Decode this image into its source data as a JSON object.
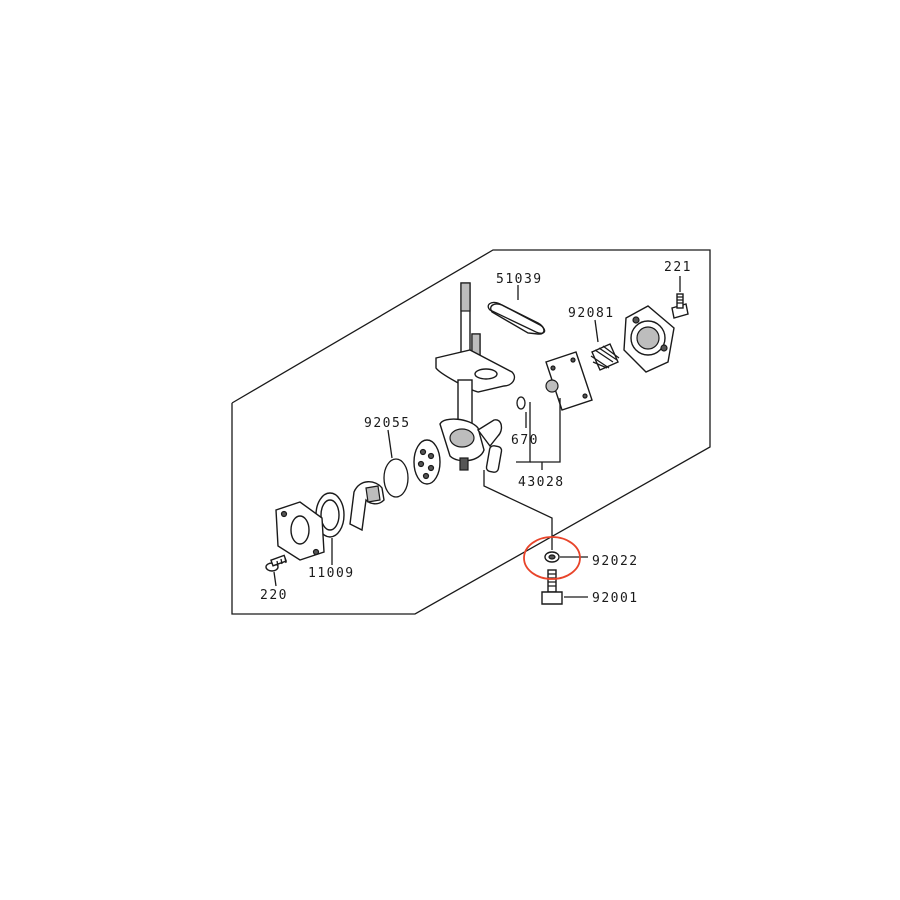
{
  "parts": [
    {
      "id": "p51039",
      "number": "51039"
    },
    {
      "id": "p221",
      "number": "221"
    },
    {
      "id": "p92081",
      "number": "92081"
    },
    {
      "id": "p92055",
      "number": "92055"
    },
    {
      "id": "p670",
      "number": "670"
    },
    {
      "id": "p43028",
      "number": "43028"
    },
    {
      "id": "p92022",
      "number": "92022"
    },
    {
      "id": "p92001",
      "number": "92001"
    },
    {
      "id": "p11009",
      "number": "11009"
    },
    {
      "id": "p220",
      "number": "220"
    }
  ],
  "highlight": {
    "part": "92022",
    "color": "#e8442a"
  },
  "colors": {
    "line": "#1a1a1a",
    "shade": "#bdbdbd"
  }
}
